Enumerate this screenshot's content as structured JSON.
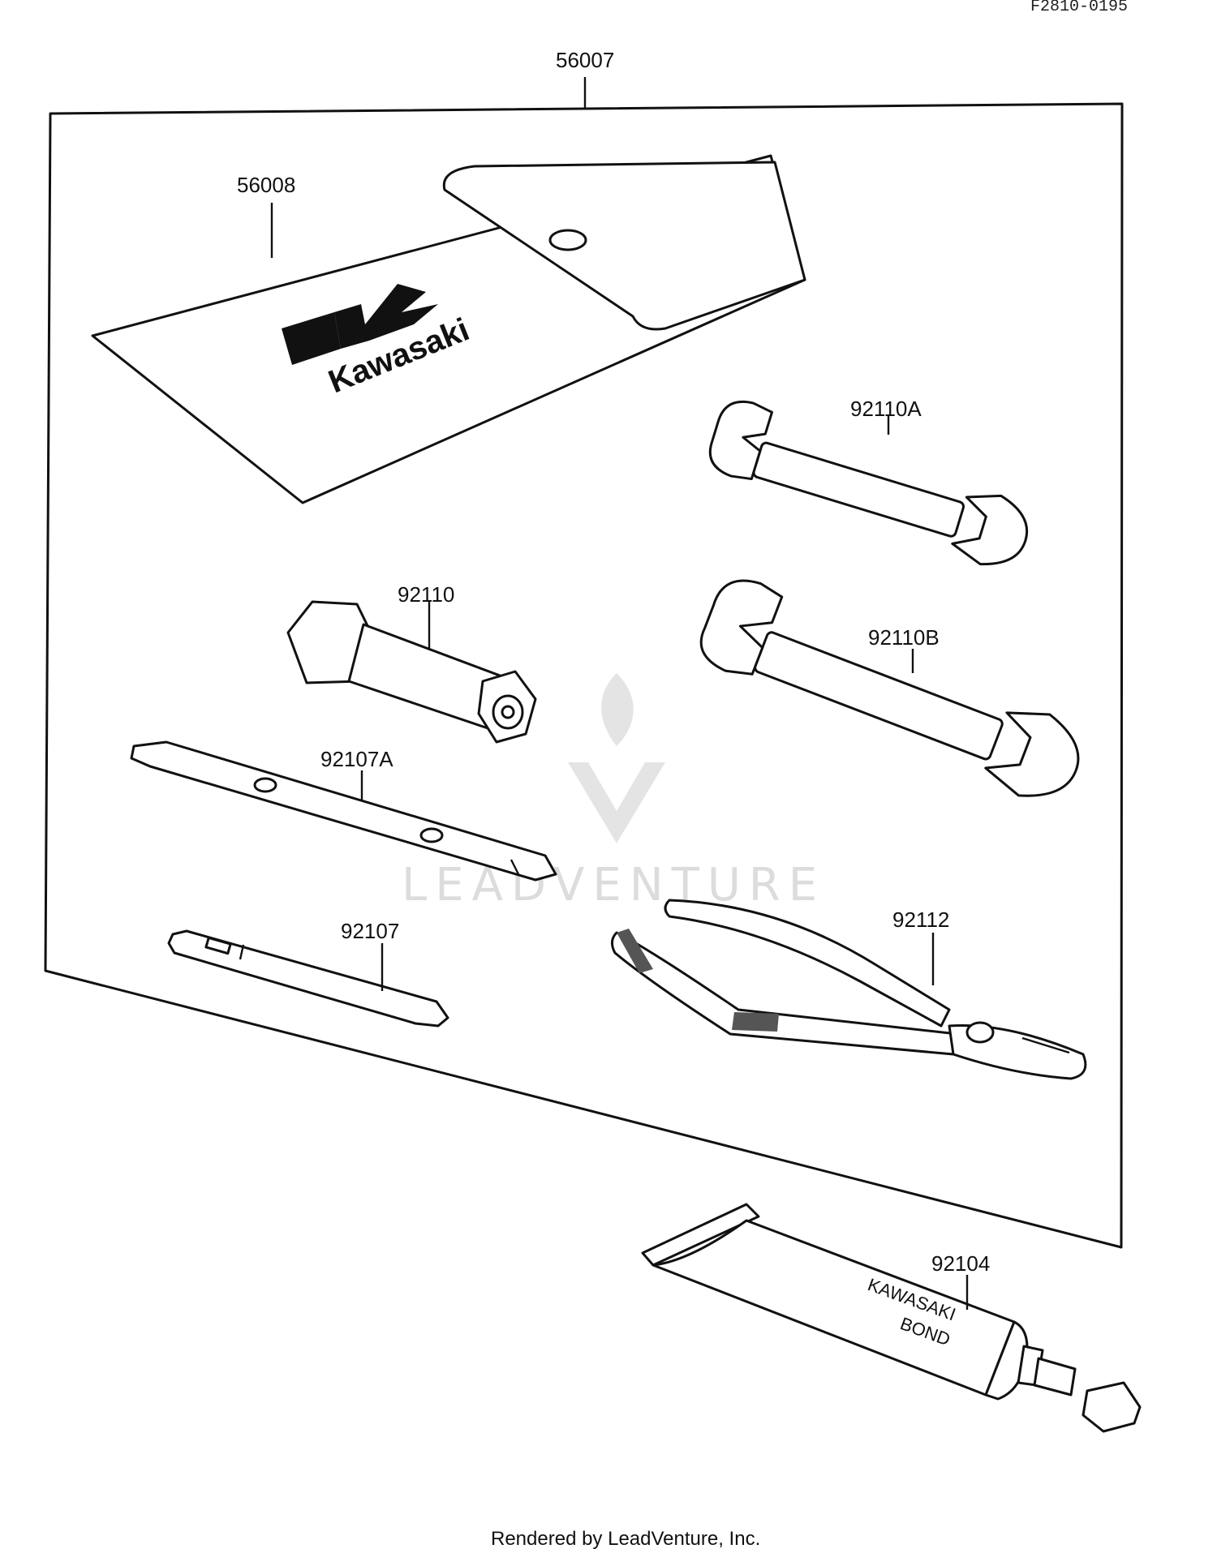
{
  "diagram_code": "F2810-0195",
  "footer": "Rendered by LeadVenture, Inc.",
  "watermark": "LEADVENTURE",
  "brand_logo_text": "Kawasaki",
  "bond_label_line1": "KAWASAKI",
  "bond_label_line2": "BOND",
  "callouts": {
    "p56007": "56007",
    "p56008": "56008",
    "p92110A": "92110A",
    "p92110": "92110",
    "p92110B": "92110B",
    "p92107A": "92107A",
    "p92107": "92107",
    "p92112": "92112",
    "p92104": "92104"
  }
}
